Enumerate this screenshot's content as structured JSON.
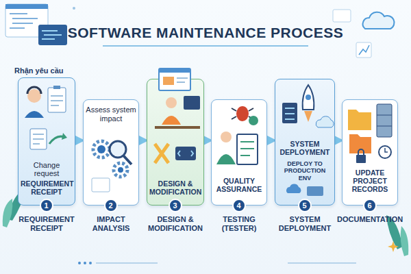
{
  "diagram": {
    "title": "SOFTWARE MAINTENANCE PROCESS",
    "nodes": [
      {
        "text": [
          "Rhận yêu cầu",
          "Change request",
          "REQUIREMENT RECEIPT"
        ]
      },
      {
        "text": [
          "1"
        ],
        "in": 0
      },
      {
        "text": [
          "Assess system impact"
        ]
      },
      {
        "text": [
          "2"
        ],
        "in": 2
      },
      {
        "text": [
          "DESIGN & MODIFICATION"
        ]
      },
      {
        "text": [
          "3"
        ],
        "in": 4
      },
      {
        "text": [
          "QUALITY ASSURANCE"
        ]
      },
      {
        "text": [
          "4"
        ],
        "in": 6
      },
      {
        "text": [
          "SYSTEM DEPLOYMENT",
          "DEPLOY TO PRODUCTION ENV"
        ]
      },
      {
        "text": [
          "5"
        ],
        "in": 8
      },
      {
        "text": [
          "UPDATE PROJECT RECORDS"
        ]
      },
      {
        "text": [
          "6"
        ],
        "in": 10
      }
    ],
    "edges": [
      {
        "from": 0,
        "to": 2,
        "arrow": "to"
      },
      {
        "from": 2,
        "to": 4,
        "arrow": "to"
      },
      {
        "from": 4,
        "to": 6,
        "arrow": "to"
      },
      {
        "from": 6,
        "to": 8,
        "arrow": "to"
      },
      {
        "from": 8,
        "to": 10,
        "arrow": "to"
      }
    ],
    "labels": [
      "REQUIREMENT RECEIPT",
      "IMPACT ANALYSIS",
      "DESIGN & MODIFICATION",
      "TESTING (TESTER)",
      "SYSTEM DEPLOYMENT",
      "DOCUMENTATION"
    ]
  }
}
